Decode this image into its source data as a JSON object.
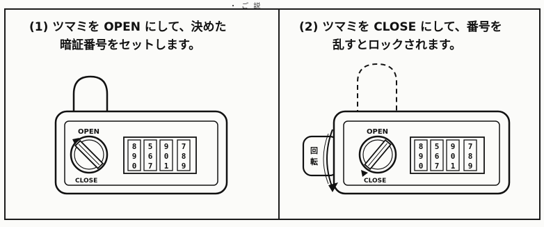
{
  "header": {
    "text": "・ ご 説"
  },
  "step1": {
    "line1": "(1) ツマミを OPEN にして、決めた",
    "line2": "暗証番号をセットします。",
    "open_label": "OPEN",
    "close_label": "CLOSE",
    "dials": [
      [
        "8",
        "9",
        "0"
      ],
      [
        "5",
        "6",
        "7"
      ],
      [
        "9",
        "0",
        "1"
      ],
      [
        "7",
        "8",
        "9"
      ]
    ]
  },
  "step2": {
    "line1": "(2) ツマミを CLOSE にして、番号を",
    "line2": "乱すとロックされます。",
    "open_label": "OPEN",
    "close_label": "CLOSE",
    "rotate_label": "回転",
    "dials": [
      [
        "8",
        "9",
        "0"
      ],
      [
        "5",
        "6",
        "7"
      ],
      [
        "9",
        "0",
        "1"
      ],
      [
        "7",
        "8",
        "9"
      ]
    ]
  }
}
